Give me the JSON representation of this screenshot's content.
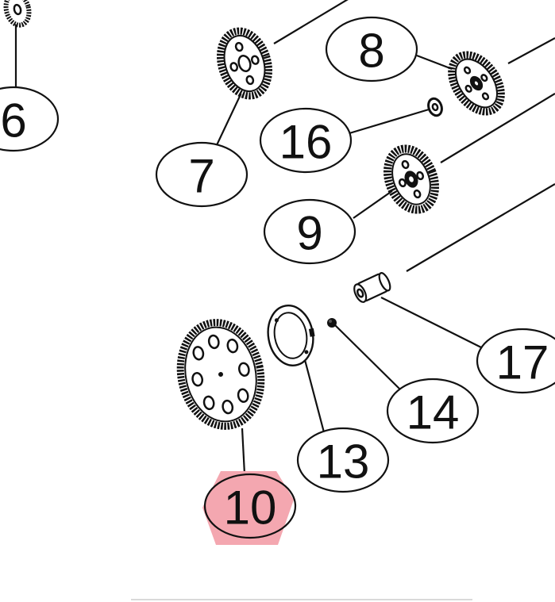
{
  "colors": {
    "ink": "#111111",
    "paper": "#ffffff",
    "highlight": "#f4a7b0"
  },
  "callouts": [
    {
      "id": "6",
      "label": "6"
    },
    {
      "id": "7",
      "label": "7"
    },
    {
      "id": "8",
      "label": "8"
    },
    {
      "id": "16",
      "label": "16"
    },
    {
      "id": "9",
      "label": "9"
    },
    {
      "id": "17",
      "label": "17"
    },
    {
      "id": "14",
      "label": "14"
    },
    {
      "id": "13",
      "label": "13"
    },
    {
      "id": "10",
      "label": "10",
      "highlighted": true
    }
  ]
}
